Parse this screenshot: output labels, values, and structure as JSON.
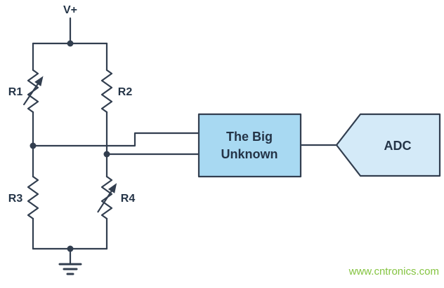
{
  "colors": {
    "background": "#ffffff",
    "line_color": "#323e4f",
    "label_color": "#243447",
    "box_fill": "#a8d9f2",
    "adc_fill": "#d4eaf8",
    "watermark_color": "#85c441"
  },
  "circuit": {
    "supply_label": "V+",
    "r1_label": "R1",
    "r2_label": "R2",
    "r3_label": "R3",
    "r4_label": "R4"
  },
  "big_unknown_box": {
    "line1": "The Big",
    "line2": "Unknown"
  },
  "adc_block": {
    "label": "ADC"
  },
  "watermark": {
    "text": "www.cntronics.com"
  }
}
